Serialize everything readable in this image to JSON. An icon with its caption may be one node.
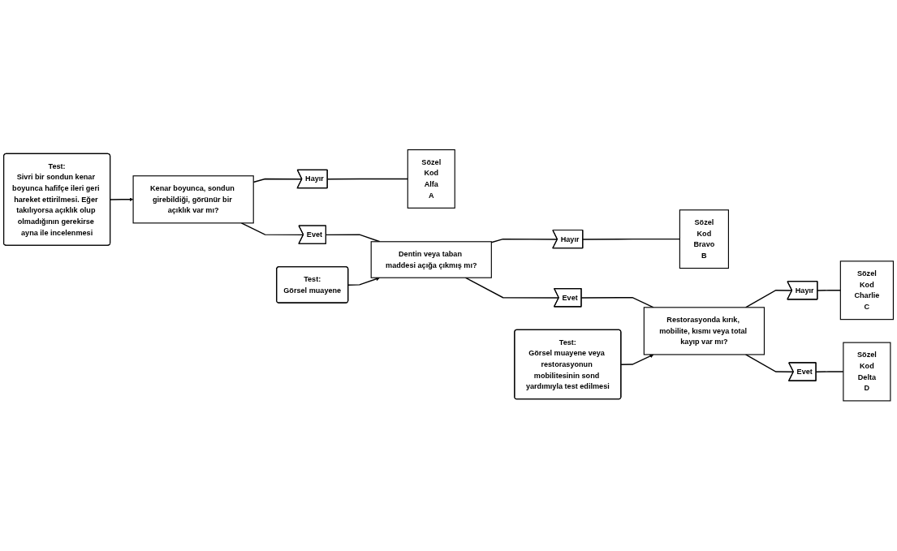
{
  "diagram": {
    "nodes": [
      {
        "text": [
          "Test:",
          "Sivri bir sondun kenar boyunca hafifçe ileri geri hareket ettirilmesi. Eğer takılıyorsa açıklık olup olmadığının gerekirse ayna ile incelenmesi"
        ]
      },
      {
        "text": [
          "Kenar boyunca, sondun girebildiği, görünür bir açıklık var mı?"
        ]
      },
      {
        "text": [
          "Hayır"
        ]
      },
      {
        "text": [
          "Sözel",
          "Kod",
          "Alfa",
          "A"
        ]
      },
      {
        "text": [
          "Evet"
        ]
      },
      {
        "text": [
          "Test:",
          "Görsel muayene"
        ]
      },
      {
        "text": [
          "Dentin veya taban maddesi açığa çıkmış mı?"
        ]
      },
      {
        "text": [
          "Hayır"
        ]
      },
      {
        "text": [
          "Sözel",
          "Kod",
          "Bravo",
          "B"
        ]
      },
      {
        "text": [
          "Evet"
        ]
      },
      {
        "text": [
          "Test:",
          "Görsel muayene veya restorasyonun mobilitesinin sond yardımıyla test edilmesi"
        ]
      },
      {
        "text": [
          "Restorasyonda kırık, mobilite, kısmı veya total kayıp var mı?"
        ]
      },
      {
        "text": [
          "Hayır"
        ]
      },
      {
        "text": [
          "Sözel",
          "Kod",
          "Charlie",
          "C"
        ]
      },
      {
        "text": [
          "Evet"
        ]
      },
      {
        "text": [
          "Sözel",
          "Kod",
          "Delta",
          "D"
        ]
      }
    ],
    "edges": [
      {
        "from": 0,
        "to": 1,
        "arrow": "to"
      },
      {
        "from": 1,
        "to": 2,
        "arrow": "none"
      },
      {
        "from": 2,
        "to": 3,
        "arrow": "none"
      },
      {
        "from": 1,
        "to": 4,
        "arrow": "none"
      },
      {
        "from": 4,
        "to": 6,
        "arrow": "none"
      },
      {
        "from": 5,
        "to": 6,
        "arrow": "to"
      },
      {
        "from": 6,
        "to": 7,
        "arrow": "none"
      },
      {
        "from": 7,
        "to": 8,
        "arrow": "none"
      },
      {
        "from": 6,
        "to": 9,
        "arrow": "none"
      },
      {
        "from": 9,
        "to": 11,
        "arrow": "none"
      },
      {
        "from": 10,
        "to": 11,
        "arrow": "to"
      },
      {
        "from": 11,
        "to": 12,
        "arrow": "none"
      },
      {
        "from": 12,
        "to": 13,
        "arrow": "none"
      },
      {
        "from": 11,
        "to": 14,
        "arrow": "none"
      },
      {
        "from": 14,
        "to": 15,
        "arrow": "none"
      }
    ]
  }
}
